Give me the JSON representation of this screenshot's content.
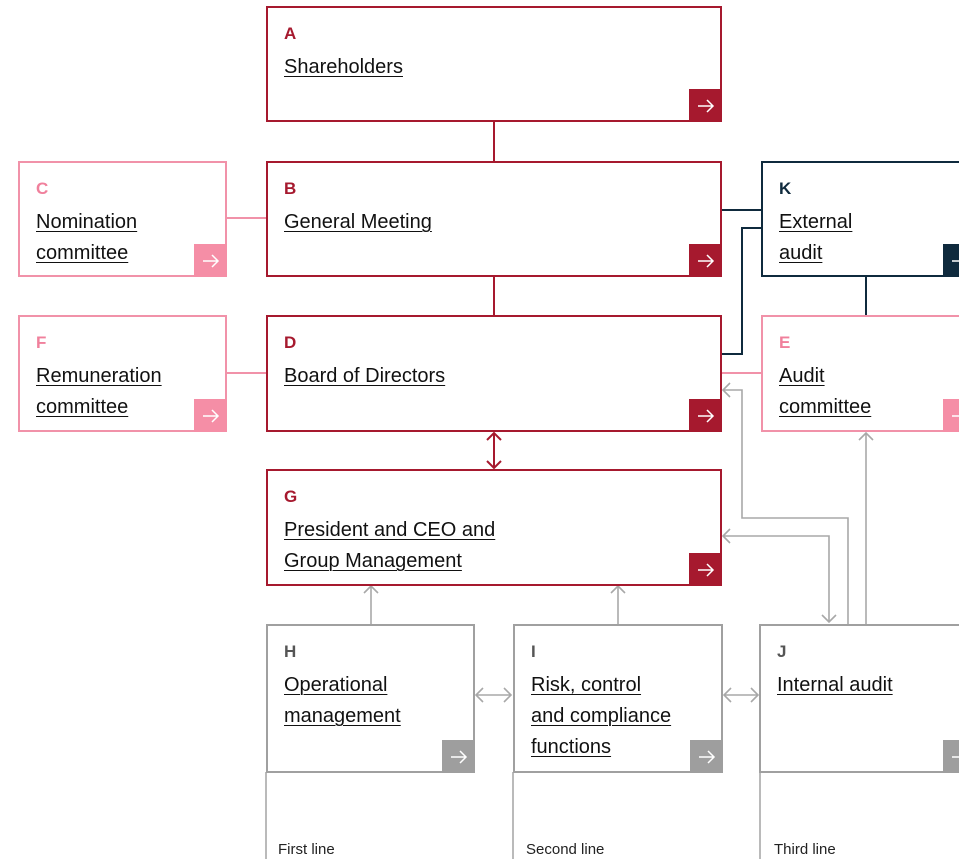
{
  "boxes": {
    "a": {
      "letter": "A",
      "title": "Shareholders"
    },
    "b": {
      "letter": "B",
      "title": "General Meeting"
    },
    "c": {
      "letter": "C",
      "title": "Nomination\ncommittee"
    },
    "d": {
      "letter": "D",
      "title": "Board of Directors"
    },
    "e": {
      "letter": "E",
      "title": "Audit\ncommittee"
    },
    "f": {
      "letter": "F",
      "title": "Remuneration\ncommittee"
    },
    "g": {
      "letter": "G",
      "title": "President and CEO and\nGroup Management"
    },
    "h": {
      "letter": "H",
      "title": "Operational\nmanagement"
    },
    "i": {
      "letter": "I",
      "title": "Risk, control\nand compliance\nfunctions"
    },
    "j": {
      "letter": "J",
      "title": "Internal audit"
    },
    "k": {
      "letter": "K",
      "title": "External\naudit"
    }
  },
  "lines": {
    "first": "First line",
    "second": "Second line",
    "third": "Third line"
  },
  "colors": {
    "red": "#a6192e",
    "pink": "#f58ea6",
    "navy": "#0f2a3d",
    "gray": "#9e9e9e"
  }
}
